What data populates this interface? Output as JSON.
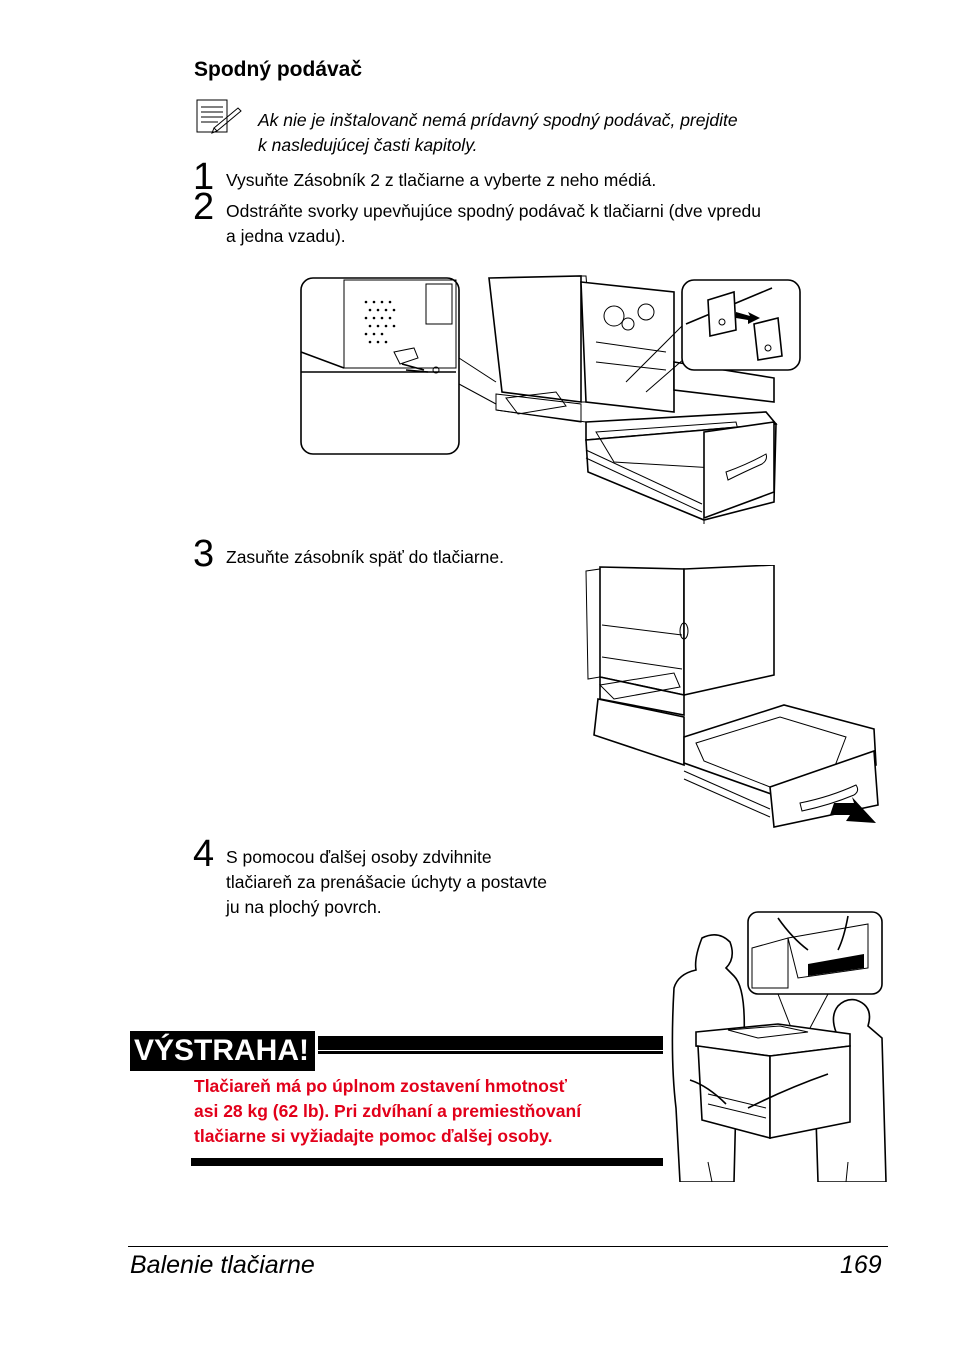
{
  "section": {
    "title": "Spodný podávač"
  },
  "note": {
    "icon": "note-pencil-icon",
    "text_line1": "Ak nie je inštalovanč nemá prídavný spodný podávač, prejdite",
    "text_line2": "k nasledujúcej časti kapitoly."
  },
  "steps": [
    {
      "num": "1",
      "lines": [
        "Vysuňte Zásobník 2 z tlačiarne a vyberte z neho médiá."
      ]
    },
    {
      "num": "2",
      "lines": [
        "Odstráňte svorky upevňujúce spodný podávač k tlačiarni (dve vpredu",
        "a jedna vzadu)."
      ]
    },
    {
      "num": "3",
      "lines": [
        "Zasuňte zásobník späť do tlačiarne."
      ]
    },
    {
      "num": "4",
      "lines": [
        "S pomocou ďalšej osoby zdvihnite",
        "tlačiareň za prenášacie úchyty a postavte",
        "ju na plochý povrch."
      ]
    }
  ],
  "warning": {
    "label": "VÝSTRAHA!",
    "lines": [
      "Tlačiareň má po úplnom zostavení hmotnosť",
      "asi 28 kg (62 lb). Pri zdvíhaní a premiestňovaní",
      "tlačiarne si vyžiadajte pomoc ďalšej osoby."
    ],
    "color": "#e2001a"
  },
  "footer": {
    "title": "Balenie tlačiarne",
    "page": "169"
  }
}
